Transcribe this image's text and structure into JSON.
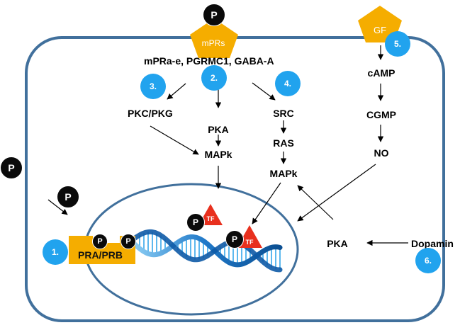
{
  "receptor": {
    "name": "mPRs",
    "ligands": "mPRa-e, PGRMC1, GABA-A"
  },
  "growth_factor": "GF",
  "phospho": "P",
  "tf": "TF",
  "nuclear_receptor": "PRA/PRB",
  "steps": {
    "s1": "1.",
    "s2": "2.",
    "s3": "3.",
    "s4": "4.",
    "s5": "5.",
    "s6": "6."
  },
  "pathways": {
    "pkc_pkg": "PKC/PKG",
    "pka_top": "PKA",
    "mapk_left": "MAPk",
    "src": "SRC",
    "ras": "RAS",
    "mapk_right": "MAPk",
    "camp": "cAMP",
    "cgmp": "CGMP",
    "no": "NO",
    "pka_bottom": "PKA",
    "dopamin": "Dopamin"
  },
  "colors": {
    "membrane": "#41709c",
    "receptor": "#f5ad00",
    "step_badge": "#21a3ee",
    "tf_triangle": "#e8301e",
    "dna_strand": "#1f78c8"
  }
}
